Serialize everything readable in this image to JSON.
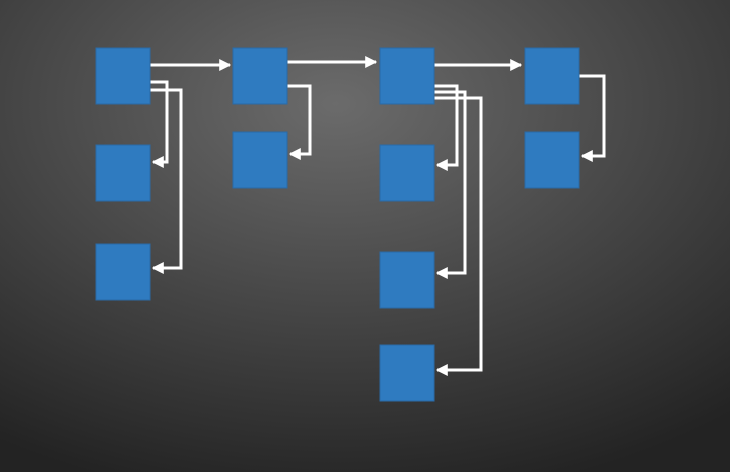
{
  "colors": {
    "background_center": "#6b6b6b",
    "background_edge": "#232323",
    "node_fill": "#2f7bc0",
    "connector": "#ffffff"
  },
  "diagram": {
    "nodes": [
      {
        "id": "n1"
      },
      {
        "id": "n2"
      },
      {
        "id": "n3"
      },
      {
        "id": "n4"
      },
      {
        "id": "n5"
      },
      {
        "id": "n6"
      },
      {
        "id": "n7"
      },
      {
        "id": "n8"
      },
      {
        "id": "n9"
      },
      {
        "id": "n10"
      },
      {
        "id": "n11"
      }
    ],
    "edges": [
      {
        "from": "n1",
        "to": "n4"
      },
      {
        "from": "n1",
        "to": "n2"
      },
      {
        "from": "n1",
        "to": "n3"
      },
      {
        "from": "n4",
        "to": "n6"
      },
      {
        "from": "n4",
        "to": "n5"
      },
      {
        "from": "n6",
        "to": "n10"
      },
      {
        "from": "n6",
        "to": "n7"
      },
      {
        "from": "n6",
        "to": "n8"
      },
      {
        "from": "n6",
        "to": "n9"
      },
      {
        "from": "n10",
        "to": "n11"
      }
    ]
  }
}
